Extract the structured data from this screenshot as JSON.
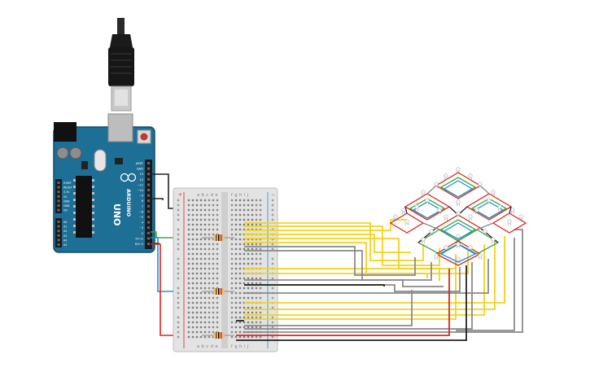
{
  "arduino": {
    "logo": "ARDUINO",
    "model": "UNO",
    "power_labels": [
      "IOREF",
      "RESET",
      "3.3V",
      "5V",
      "GND",
      "GND",
      "Vin"
    ],
    "analog_labels": [
      "A0",
      "A1",
      "A2",
      "A3",
      "A4",
      "A5"
    ],
    "digital_labels": [
      "AREF",
      "GND",
      "13",
      "12",
      "~11",
      "~10",
      "~9",
      "8",
      "7",
      "~6",
      "~5",
      "4",
      "~3",
      "2",
      "TX→1",
      "RX←0"
    ]
  },
  "breadboard": {
    "column_letters_left": "a b c d e",
    "column_letters_right": "f g h i j",
    "rail_plus": "+",
    "rail_minus": "−"
  },
  "colors": {
    "board": "#1e6f96",
    "yellow_wire": "#f2d31b",
    "gray_wire": "#8a8a8a",
    "black_wire": "#222222",
    "green_wire": "#3aa845",
    "blue_wire": "#1e8fd6",
    "red_wire": "#d9261c"
  }
}
